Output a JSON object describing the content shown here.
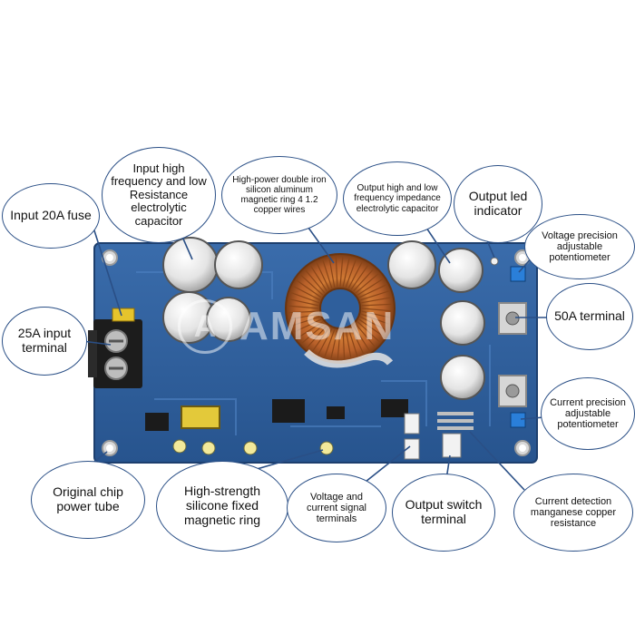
{
  "watermark": "AMSAN",
  "colors": {
    "pcb": "#2f5f9c",
    "pcb_dark": "#23497e",
    "bubble_border": "#2a4f86",
    "copper": "#c66a2a",
    "terminal": "#1c1c1c",
    "capacitor": "#e9e9e9"
  },
  "callouts": {
    "input_fuse": "Input 20A fuse",
    "input_capacitor": "Input high frequency and low Resistance electrolytic capacitor",
    "magnetic_ring": "High-power double iron silicon aluminum magnetic ring 4 1.2 copper wires",
    "output_capacitor": "Output high and low frequency impedance electrolytic capacitor",
    "output_led": "Output led indicator",
    "voltage_pot": "Voltage precision adjustable potentiometer",
    "input_terminal": "25A input terminal",
    "terminal_50a": "50A terminal",
    "current_pot": "Current precision adjustable potentiometer",
    "power_tube": "Original chip power tube",
    "silicone_ring": "High-strength silicone fixed magnetic ring",
    "signal_terminals": "Voltage and current signal terminals",
    "switch_terminal": "Output switch terminal",
    "manganese_resistance": "Current detection manganese copper resistance"
  }
}
